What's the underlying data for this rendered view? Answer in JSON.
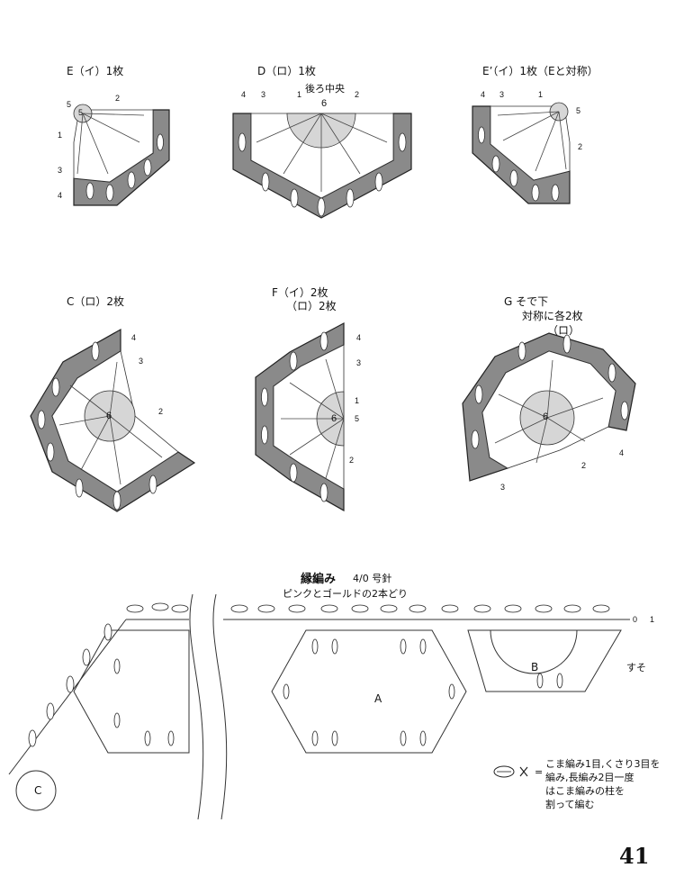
{
  "motifs": {
    "e": {
      "title": "E（イ）1枚",
      "c_num": "5",
      "n1": "1",
      "n2": "2",
      "n3": "3",
      "n4": "4",
      "n5": "5"
    },
    "d": {
      "title": "D（ロ）1枚",
      "center_label": "後ろ中央",
      "c_num": "6",
      "n1": "1",
      "n2": "2",
      "n3": "3",
      "n4": "4"
    },
    "e2": {
      "title": "E’（イ）1枚（Eと対称）",
      "n1": "1",
      "n2": "2",
      "n3": "3",
      "n4": "4",
      "n5": "5"
    },
    "c": {
      "title": "C（ロ）2枚",
      "c_num": "6",
      "n2": "2",
      "n3": "3",
      "n4": "4"
    },
    "f": {
      "title_l1": "F（イ）2枚",
      "title_l2": "（ロ）2枚",
      "c_num": "6",
      "n1": "1",
      "n2": "2",
      "n3": "3",
      "n4": "4",
      "n5": "5"
    },
    "g": {
      "title_l1": "G そで下",
      "title_l2": "対称に各2枚",
      "title_l3": "（ロ）",
      "c_num": "6",
      "n2": "2",
      "n3": "3",
      "n4": "4"
    }
  },
  "edging": {
    "title": "縁編み",
    "hook": "4/0 号針",
    "yarn": "ピンクとゴールドの2本どり",
    "label_a": "A",
    "label_b": "B",
    "label_c": "C",
    "hem": "すそ",
    "row_start": "0",
    "row_1": "1",
    "legend_l1": "こま編み1目,くさり3目を",
    "legend_l2": "編み,長編み2目一度",
    "legend_l3": "はこま編みの柱を",
    "legend_l4": "割って編む"
  },
  "page_number": "41",
  "colors": {
    "band": "#8a8a8a",
    "center": "#d6d6d6",
    "line": "#222222"
  }
}
